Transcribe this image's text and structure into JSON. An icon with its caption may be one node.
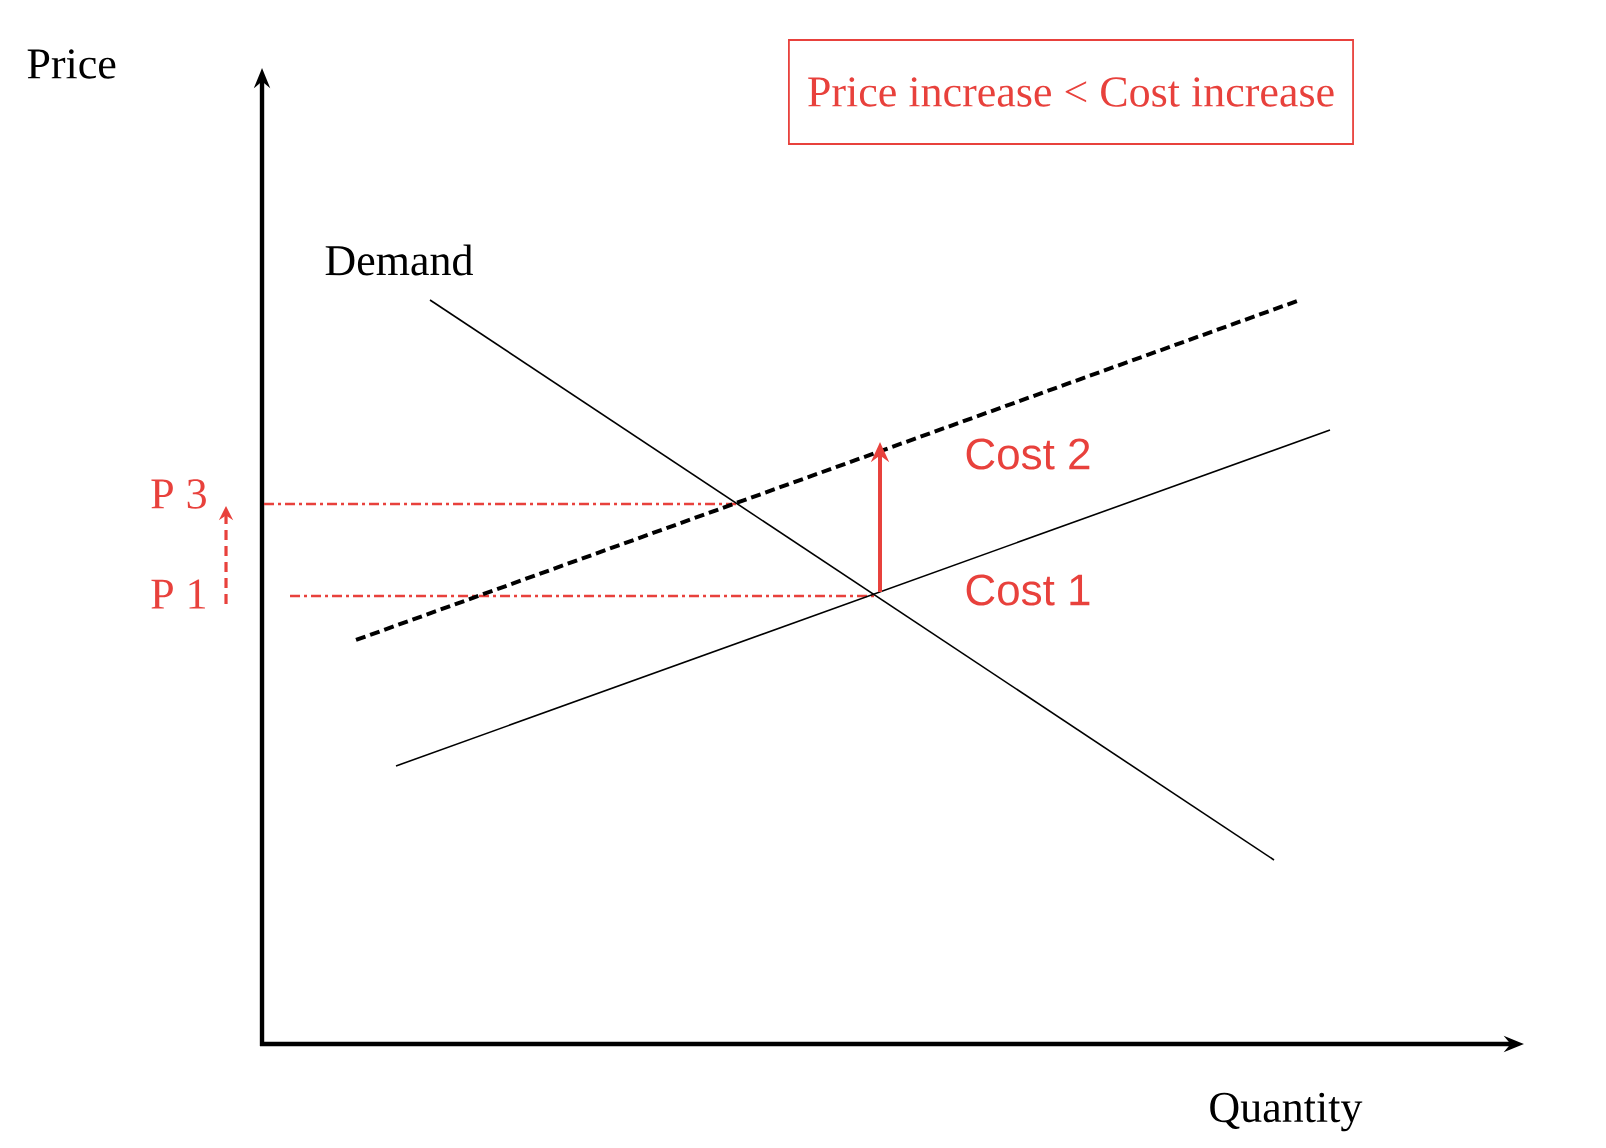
{
  "diagram": {
    "nodes": [
      {
        "text": [
          "Price increase < Cost increase"
        ]
      }
    ],
    "labels": [
      "Price",
      "Demand",
      "Cost 2",
      "P 3",
      "P 1",
      "Cost 1",
      "Quantity"
    ]
  }
}
